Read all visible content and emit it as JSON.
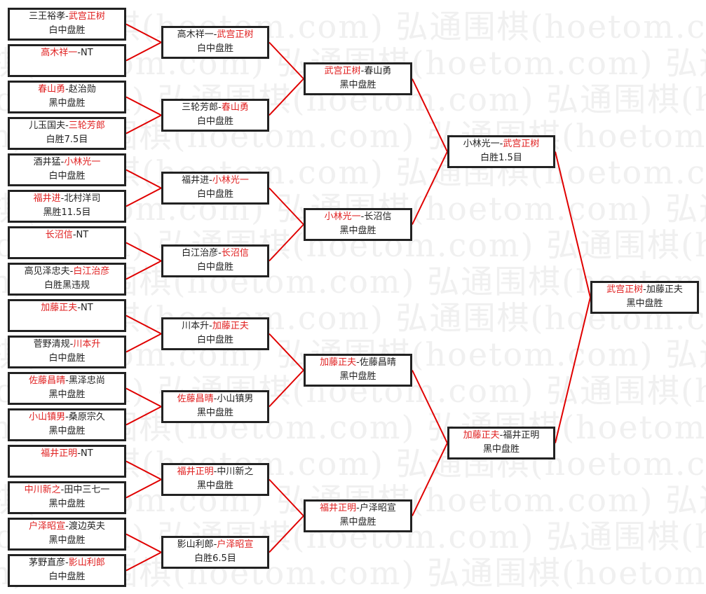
{
  "watermark": "弘通围棋(hoetom.com)",
  "colors": {
    "winner": "#e02020",
    "line": "#e00000"
  },
  "rounds": [
    [
      {
        "a": "三王裕孝",
        "b": "武宫正树",
        "winner": "b",
        "result": "白中盘胜"
      },
      {
        "a": "高木祥一",
        "b": "NT",
        "winner": "a",
        "result": ""
      },
      {
        "a": "春山勇",
        "b": "赵治勋",
        "winner": "a",
        "result": "黑中盘胜"
      },
      {
        "a": "儿玉国夫",
        "b": "三轮芳郎",
        "winner": "b",
        "result": "白胜7.5目"
      },
      {
        "a": "酒井猛",
        "b": "小林光一",
        "winner": "b",
        "result": "白中盘胜"
      },
      {
        "a": "福井进",
        "b": "北村洋司",
        "winner": "a",
        "result": "黑胜11.5目"
      },
      {
        "a": "长沼信",
        "b": "NT",
        "winner": "a",
        "result": ""
      },
      {
        "a": "高见泽忠夫",
        "b": "白江治彦",
        "winner": "b",
        "result": "白胜黑违规"
      },
      {
        "a": "加藤正夫",
        "b": "NT",
        "winner": "a",
        "result": ""
      },
      {
        "a": "菅野清规",
        "b": "川本升",
        "winner": "b",
        "result": "白中盘胜"
      },
      {
        "a": "佐藤昌晴",
        "b": "黑泽忠尚",
        "winner": "a",
        "result": "黑中盘胜"
      },
      {
        "a": "小山镇男",
        "b": "桑原宗久",
        "winner": "a",
        "result": "黑中盘胜"
      },
      {
        "a": "福井正明",
        "b": "NT",
        "winner": "a",
        "result": ""
      },
      {
        "a": "中川新之",
        "b": "田中三七一",
        "winner": "a",
        "result": "黑中盘胜"
      },
      {
        "a": "户泽昭宣",
        "b": "渡边英夫",
        "winner": "a",
        "result": "黑中盘胜"
      },
      {
        "a": "茅野直彦",
        "b": "影山利郎",
        "winner": "b",
        "result": "白中盘胜"
      }
    ],
    [
      {
        "a": "高木祥一",
        "b": "武宫正树",
        "winner": "b",
        "result": "白中盘胜"
      },
      {
        "a": "三轮芳郎",
        "b": "春山勇",
        "winner": "b",
        "result": "白中盘胜"
      },
      {
        "a": "福井进",
        "b": "小林光一",
        "winner": "b",
        "result": "白中盘胜"
      },
      {
        "a": "白江治彦",
        "b": "长沼信",
        "winner": "b",
        "result": "白中盘胜"
      },
      {
        "a": "川本升",
        "b": "加藤正夫",
        "winner": "b",
        "result": "白中盘胜"
      },
      {
        "a": "佐藤昌晴",
        "b": "小山镇男",
        "winner": "a",
        "result": "黑中盘胜"
      },
      {
        "a": "福井正明",
        "b": "中川新之",
        "winner": "a",
        "result": "黑中盘胜"
      },
      {
        "a": "影山利郎",
        "b": "户泽昭宣",
        "winner": "b",
        "result": "白胜6.5目"
      }
    ],
    [
      {
        "a": "武宫正树",
        "b": "春山勇",
        "winner": "a",
        "result": "黑中盘胜"
      },
      {
        "a": "小林光一",
        "b": "长沼信",
        "winner": "a",
        "result": "黑中盘胜"
      },
      {
        "a": "加藤正夫",
        "b": "佐藤昌晴",
        "winner": "a",
        "result": "黑中盘胜"
      },
      {
        "a": "福井正明",
        "b": "户泽昭宣",
        "winner": "a",
        "result": "黑中盘胜"
      }
    ],
    [
      {
        "a": "小林光一",
        "b": "武宫正树",
        "winner": "b",
        "result": "白胜1.5目"
      },
      {
        "a": "加藤正夫",
        "b": "福井正明",
        "winner": "a",
        "result": "黑中盘胜"
      }
    ],
    [
      {
        "a": "武宫正树",
        "b": "加藤正夫",
        "winner": "a",
        "result": "黑中盘胜"
      }
    ]
  ]
}
